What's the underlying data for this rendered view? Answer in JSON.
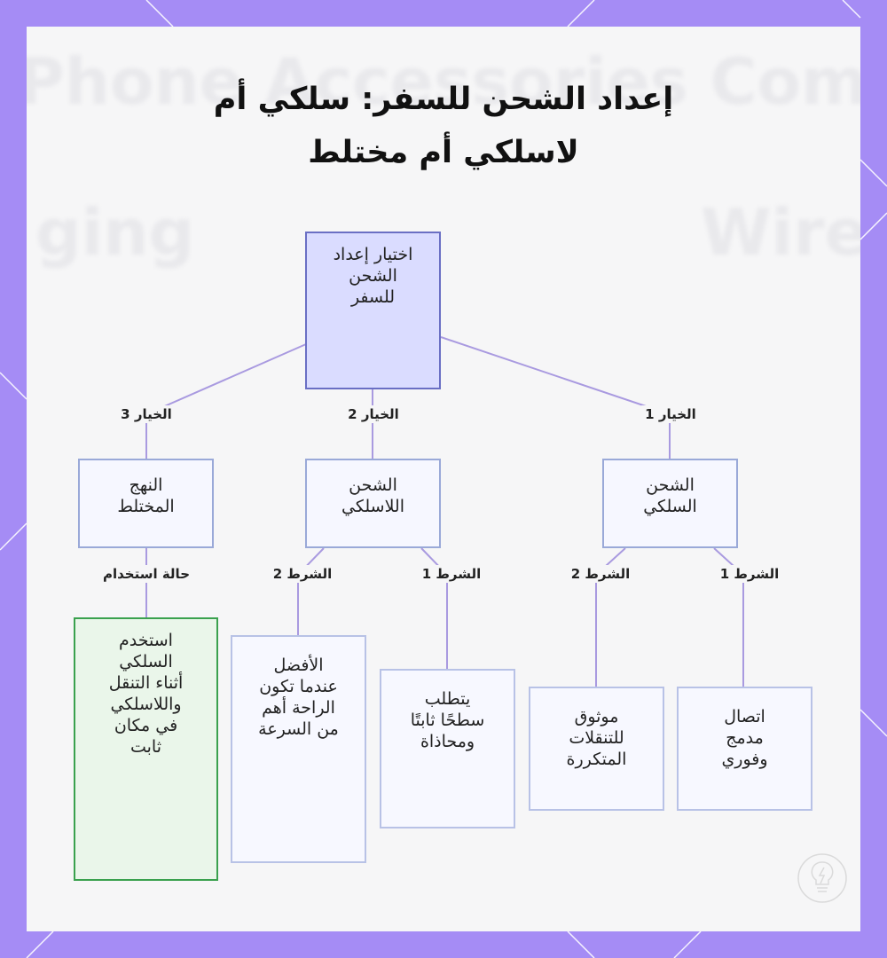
{
  "title": {
    "line1": "إعداد الشحن للسفر: سلكي أم",
    "line2": "لاسلكي أم مختلط"
  },
  "background_text": {
    "top": "Phone Accessories Company",
    "left": "ging",
    "right": "Wirel"
  },
  "nodes": {
    "root": [
      "اختيار إعداد",
      "الشحن",
      "للسفر"
    ],
    "wired": [
      "الشحن",
      "السلكي"
    ],
    "wireless": [
      "الشحن",
      "اللاسلكي"
    ],
    "hybrid": [
      "النهج",
      "المختلط"
    ],
    "wired_cond1": [
      "اتصال",
      "مدمج",
      "وفوري"
    ],
    "wired_cond2": [
      "موثوق",
      "للتنقلات",
      "المتكررة"
    ],
    "wireless_cond1": [
      "يتطلب",
      "سطحًا ثابتًا",
      "ومحاذاة"
    ],
    "wireless_cond2": [
      "الأفضل",
      "عندما تكون",
      "الراحة أهم",
      "من السرعة"
    ],
    "hybrid_use": [
      "استخدم",
      "السلكي",
      "أثناء التنقل",
      "واللاسلكي",
      "في مكان",
      "ثابت"
    ]
  },
  "edge_labels": {
    "option1": "الخيار 1",
    "option2": "الخيار 2",
    "option3": "الخيار 3",
    "wired_cond1": "الشرط 1",
    "wired_cond2": "الشرط 2",
    "wireless_cond1": "الشرط 1",
    "wireless_cond2": "الشرط 2",
    "hybrid_use": "حالة استخدام"
  },
  "colors": {
    "frame": "#a58cf5",
    "edge": "#a99ae0",
    "root_fill": "#dadcff",
    "root_border": "#6a6fc4",
    "node_border": "#9aa9d8",
    "use_case_fill": "#eaf6ea",
    "use_case_border": "#3aa14e"
  }
}
